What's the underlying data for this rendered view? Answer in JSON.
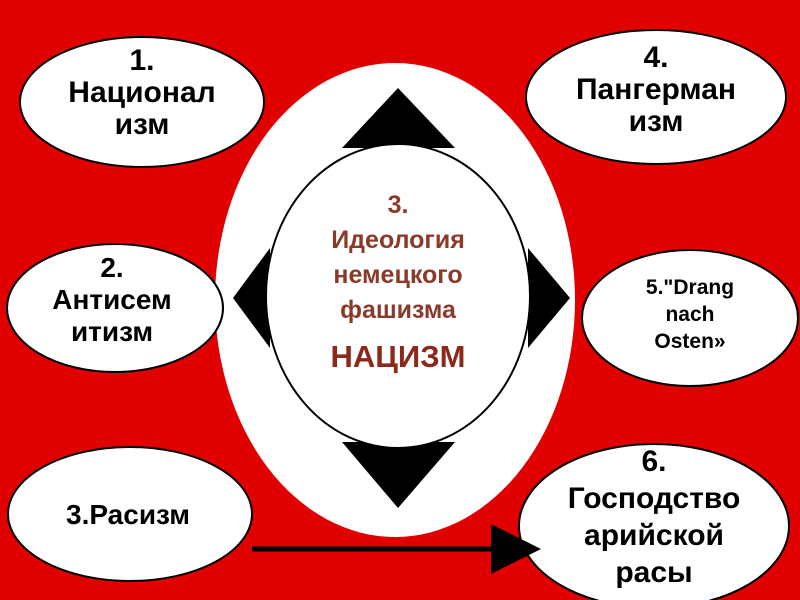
{
  "center": {
    "lines": [
      "3.",
      "Идеология",
      "немецкого",
      "фашизма"
    ],
    "emphasis": "НАЦИЗМ",
    "text_color": "#8b3a2a",
    "emphasis_color": "#8b2a1a"
  },
  "nodes": [
    {
      "id": "nationalism",
      "lines": [
        "1.",
        "Национал",
        "изм"
      ]
    },
    {
      "id": "antisemitism",
      "lines": [
        "2.",
        "Антисем",
        "итизм"
      ]
    },
    {
      "id": "racism",
      "lines": [
        "3.Расизм"
      ]
    },
    {
      "id": "pangermanism",
      "lines": [
        "4.",
        "Пангерман",
        "изм"
      ]
    },
    {
      "id": "drang-nach-osten",
      "lines": [
        "5.\"Drang",
        "nach",
        "Osten»"
      ]
    },
    {
      "id": "aryan-dominance",
      "lines": [
        "6.",
        "Господство",
        "арийской",
        "расы"
      ]
    }
  ],
  "edges": [
    {
      "from": "racism",
      "to": "aryan-dominance"
    }
  ],
  "colors": {
    "background": "#e00000",
    "halo": "#ffffff",
    "diamond": "#000000",
    "node_fill": "#ffffff",
    "node_stroke": "#000000",
    "node_text": "#000000"
  }
}
